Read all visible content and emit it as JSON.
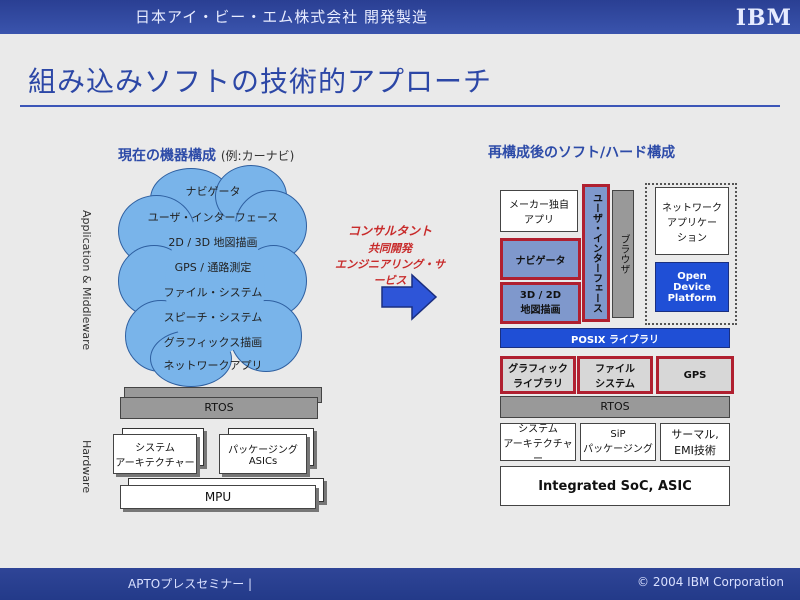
{
  "header": {
    "company": "日本アイ・ビー・エム株式会社 開発製造",
    "logo": "IBM"
  },
  "title": "組み込みソフトの技術的アプローチ",
  "left": {
    "heading": "現在の機器構成",
    "heading_sub": "(例:カーナビ)",
    "vlabel_app": "Application & Middleware",
    "vlabel_hw": "Hardware",
    "cloud_items": [
      "ナビゲータ",
      "ユーザ・インターフェース",
      "2D / 3D 地図描画",
      "GPS / 通路測定",
      "ファイル・システム",
      "スピーチ・システム",
      "グラフィックス描画",
      "ネットワークアプリ"
    ],
    "rtos": "RTOS",
    "system_arch": "システム\nアーキテクチャー",
    "packaging": "パッケージング\nASICs",
    "mpu": "MPU"
  },
  "middle": {
    "line1": "コンサルタント",
    "line2": "共同開発",
    "line3": "エンジニアリング・サービス"
  },
  "right": {
    "heading": "再構成後のソフト/ハード構成",
    "maker_app": "メーカー独自\nアプリ",
    "ui": "ユーザ・インターフェース",
    "browser": "ブラウザ",
    "network_app": "ネットワーク\nアプリケー\nション",
    "navigator": "ナビゲータ",
    "map": "3D / 2D\n地図描画",
    "odp": "Open\nDevice\nPlatform",
    "posix": "POSIX ライブラリ",
    "gfx_lib": "グラフィック\nライブラリ",
    "file_sys": "ファイル\nシステム",
    "gps": "GPS",
    "rtos": "RTOS",
    "system_arch": "システム\nアーキテクチャー",
    "sip": "SiP\nパッケージング",
    "thermal": "サーマル,\nEMI技術",
    "soc": "Integrated SoC, ASIC"
  },
  "footer": {
    "left": "APTOプレスセミナー |",
    "right": "© 2004 IBM Corporation"
  }
}
